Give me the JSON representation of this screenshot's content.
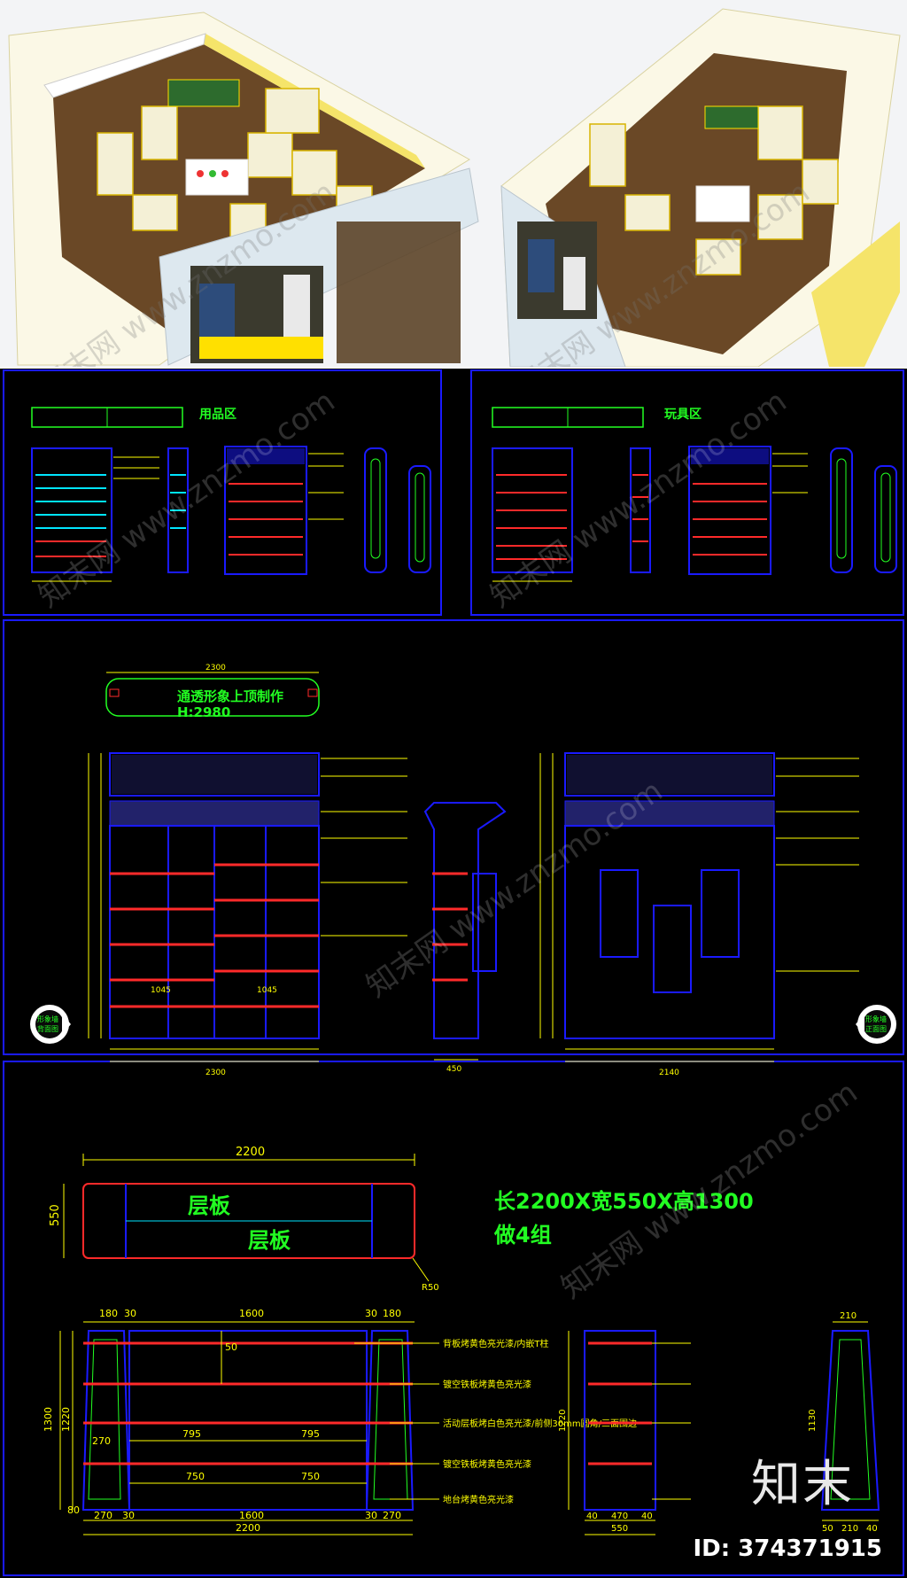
{
  "panels": {
    "supplies_title": "用品区",
    "toys_title": "玩具区"
  },
  "elevation": {
    "sign_text": "通透形象上顶制作",
    "sign_height": "H:2980",
    "sign_width": "2300",
    "left_badge_line1": "形象墙",
    "left_badge_line2": "背面图",
    "right_badge_line1": "形象墙",
    "right_badge_line2": "正面图",
    "left_total": "2300",
    "right_total": "2140",
    "shelf_span_a": "1045",
    "shelf_span_b": "1045",
    "side_width": "450"
  },
  "shelf_plan": {
    "length": "2200",
    "depth": "550",
    "label_a": "层板",
    "label_b": "层板",
    "radius": "R50",
    "spec": "长2200X宽550X高1300",
    "quantity": "做4组"
  },
  "shelf_front": {
    "top_dims": [
      "180",
      "30",
      "1600",
      "30",
      "180"
    ],
    "bottom_dims": [
      "270",
      "30",
      "1600",
      "30",
      "270"
    ],
    "total": "2200",
    "height": "1300",
    "inner_height": "1220",
    "base": "80",
    "mid_dims": [
      "795",
      "795"
    ],
    "low_dims": [
      "750",
      "750"
    ],
    "side_270": "270",
    "top_50": "50"
  },
  "shelf_notes": [
    "背板烤黄色亮光漆/内嵌T柱",
    "镀空铁板烤黄色亮光漆",
    "活动层板烤白色亮光漆/前侧30mm圆角/三面围边",
    "镀空铁板烤黄色亮光漆",
    "地台烤黄色亮光漆"
  ],
  "shelf_side": {
    "top": "210",
    "height": "1130",
    "inner": "1220",
    "bottom_dims": [
      "40",
      "470",
      "40"
    ],
    "total": "550",
    "foot_dims": [
      "50",
      "210",
      "40"
    ]
  },
  "watermark": "知末网 www.znzmo.com",
  "brand": "知末",
  "doc_id": "ID: 374371915",
  "colors": {
    "cad_bg": "#000000",
    "frame": "#1a1aff",
    "dim": "#ffff00",
    "shelf": "#ff2a2a",
    "label": "#22ff22",
    "cyan": "#00e5ff"
  }
}
